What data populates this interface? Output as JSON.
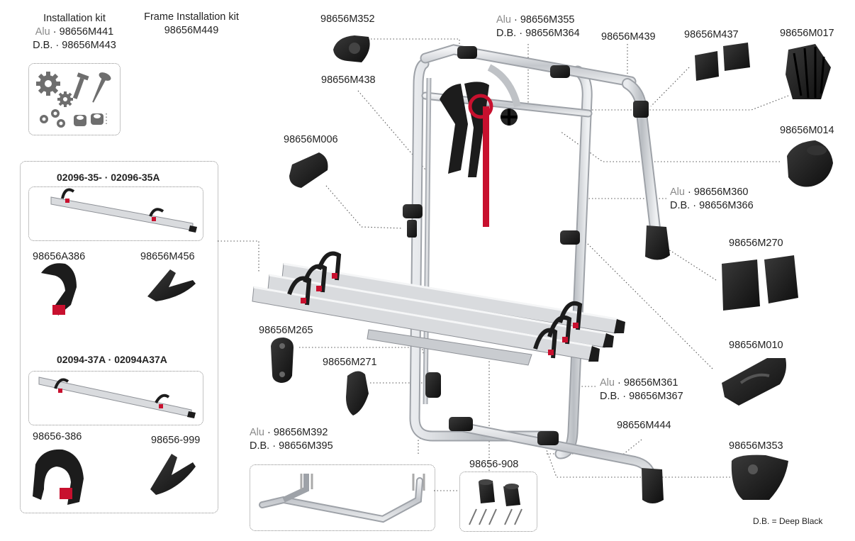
{
  "labels": {
    "installation_kit": {
      "title": "Installation kit",
      "alu_prefix": "Alu",
      "alu_code": "98656M441",
      "db_prefix": "D.B.",
      "db_code": "98656M443",
      "sep": " · "
    },
    "frame_kit": {
      "title": "Frame Installation kit",
      "code": "98656M449"
    },
    "m352": "98656M352",
    "m355": {
      "alu_prefix": "Alu",
      "alu_code": "98656M355",
      "db_prefix": "D.B.",
      "db_code": "98656M364"
    },
    "m439": "98656M439",
    "m437": "98656M437",
    "m017": "98656M017",
    "m438": "98656M438",
    "m014": "98656M014",
    "m006": "98656M006",
    "m360": {
      "alu_prefix": "Alu",
      "alu_code": "98656M360",
      "db_prefix": "D.B.",
      "db_code": "98656M366"
    },
    "m270": "98656M270",
    "m010": "98656M010",
    "m361": {
      "alu_prefix": "Alu",
      "alu_code": "98656M361",
      "db_prefix": "D.B.",
      "db_code": "98656M367"
    },
    "m265": "98656M265",
    "m271": "98656M271",
    "m444": "98656M444",
    "m353": "98656M353",
    "m392": {
      "alu_prefix": "Alu",
      "alu_code": "98656M392",
      "db_prefix": "D.B.",
      "db_code": "98656M395"
    },
    "k908": "98656-908",
    "rail1_title": "02096-35- · 02096-35A",
    "a386": "98656A386",
    "m456": "98656M456",
    "rail2_title": "02094-37A · 02094A37A",
    "p386": "98656-386",
    "p999": "98656-999",
    "legend": "D.B. = Deep Black"
  },
  "colors": {
    "aluminium": "#c9ccd0",
    "black_part": "#1c1c1c",
    "accent_red": "#c8102e",
    "icon_gray": "#6e6e6e",
    "leader": "#555555"
  }
}
